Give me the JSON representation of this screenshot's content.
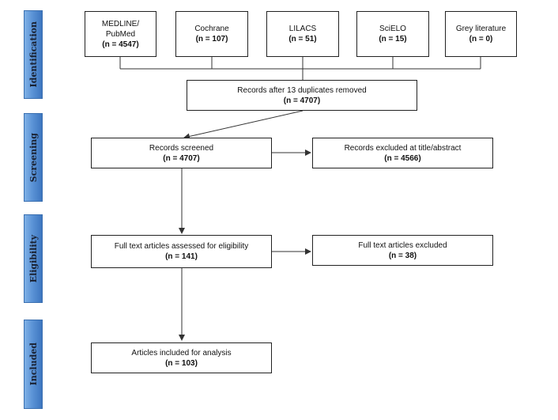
{
  "phases": [
    {
      "label": "Identification"
    },
    {
      "label": "Screening"
    },
    {
      "label": "Eligibility"
    },
    {
      "label": "Included"
    }
  ],
  "sources": [
    {
      "lines": [
        "MEDLINE/",
        "PubMed"
      ],
      "count": "(n = 4547)"
    },
    {
      "lines": [
        "Cochrane"
      ],
      "count": "(n = 107)"
    },
    {
      "lines": [
        "LILACS"
      ],
      "count": "(n = 51)"
    },
    {
      "lines": [
        "SciELO"
      ],
      "count": "(n = 15)"
    },
    {
      "lines": [
        "Grey literature"
      ],
      "count": "(n = 0)"
    }
  ],
  "duplicates": {
    "text": "Records after 13 duplicates removed",
    "count": "(n =  4707)"
  },
  "screened": {
    "text": "Records  screened",
    "count": "(n =  4707)"
  },
  "excluded_title": {
    "text": "Records  excluded at title/abstract",
    "count": "(n = 4566)"
  },
  "full_text": {
    "text": "Full text articles assessed for eligibility",
    "count": "(n =  141)"
  },
  "full_text_excluded": {
    "text": "Full text articles excluded",
    "count": "(n = 38)"
  },
  "included": {
    "text": "Articles included for analysis",
    "count": "(n =  103)"
  }
}
